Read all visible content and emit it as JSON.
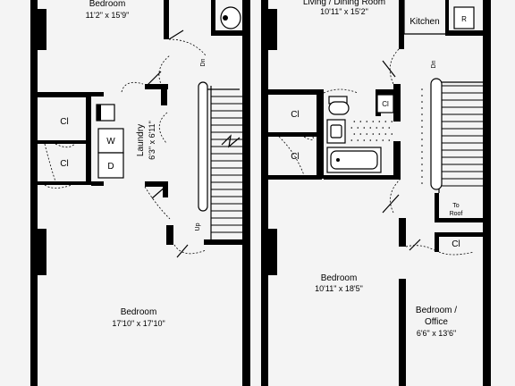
{
  "left_floor": {
    "top_bedroom": {
      "name": "Bedroom",
      "dims": "11'2\" x 15'9\""
    },
    "closet_1": "Cl",
    "closet_2": "Cl",
    "laundry": {
      "name": "Laundry",
      "dims": "6'3\" x 6'11\""
    },
    "washer": "W",
    "dryer": "D",
    "stairs_down": "Dn",
    "stairs_up": "Up",
    "main_bedroom": {
      "name": "Bedroom",
      "dims": "17'10\" x 17'10\""
    }
  },
  "right_floor": {
    "living_dining": {
      "name": "Living / Dining Room",
      "dims": "10'11\" x 15'2\""
    },
    "kitchen": "Kitchen",
    "refrigerator": "R",
    "stairs_down": "Dn",
    "closet_1": "Cl",
    "closet_2": "Cl",
    "closet_3": "Cl",
    "to_roof": "To Roof",
    "bedroom": {
      "name": "Bedroom",
      "dims": "10'11\" x 18'5\""
    },
    "closet_4": "Cl",
    "office": {
      "name_line1": "Bedroom /",
      "name_line2": "Office",
      "dims": "6'6\" x 13'6\""
    }
  }
}
